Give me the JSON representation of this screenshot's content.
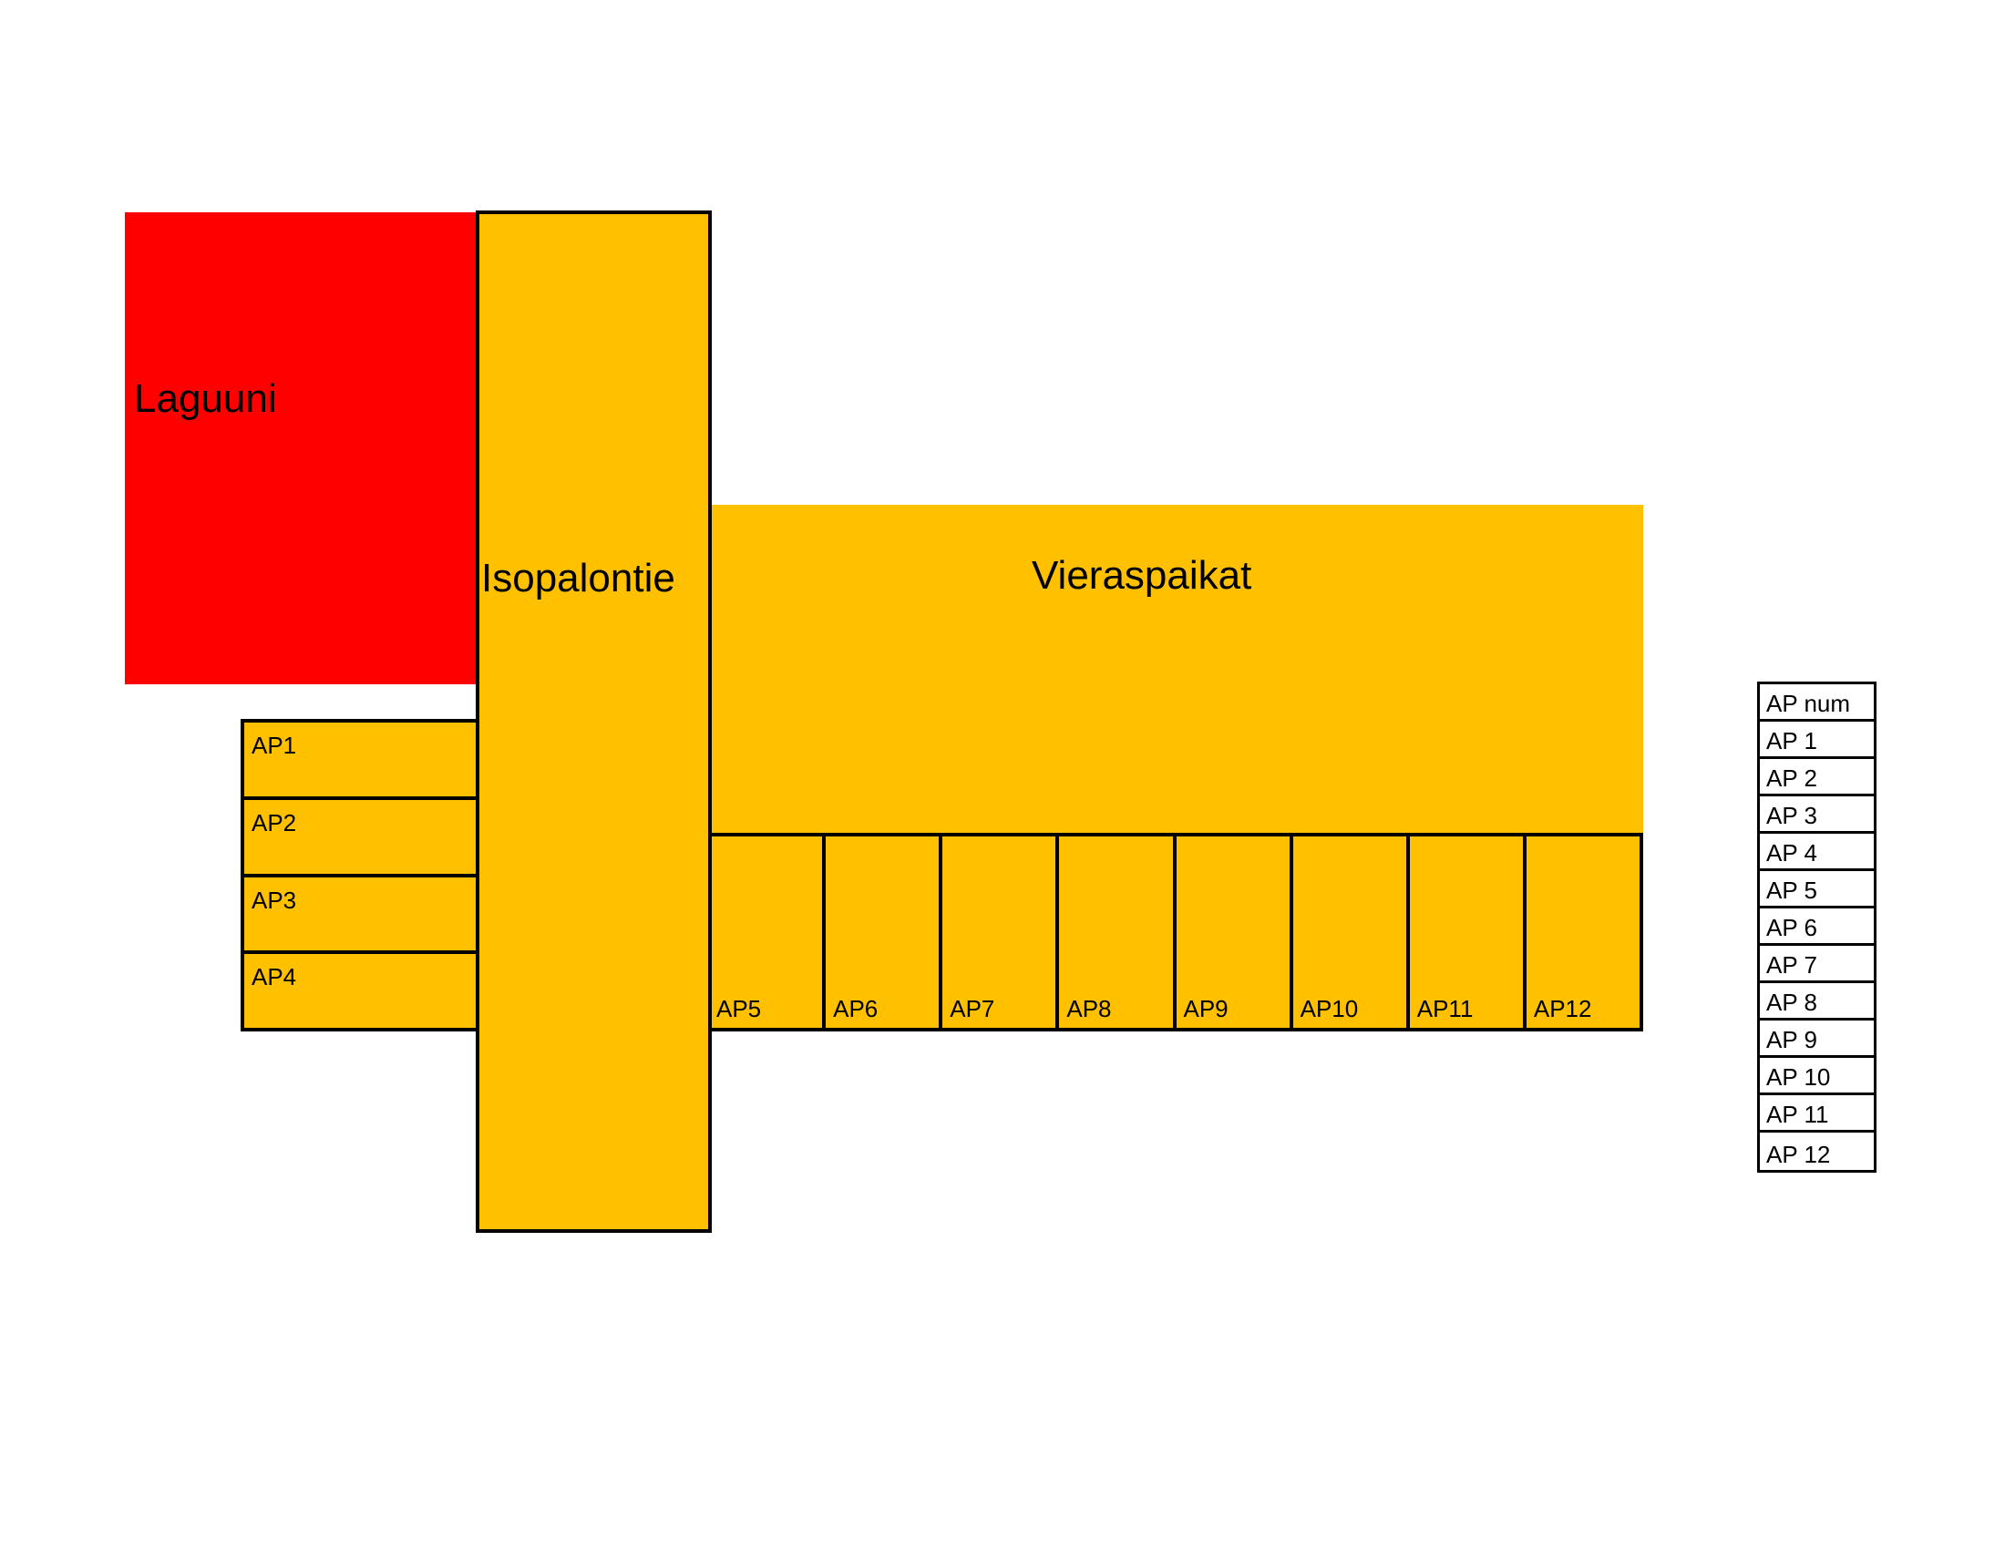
{
  "colors": {
    "lagoon": "#ff0000",
    "zone": "#ffc000",
    "outline": "#000000"
  },
  "map": {
    "lagoon_label": "Laguuni",
    "road_label": "Isopalontie",
    "guest_label": "Vieraspaikat",
    "left_spots": [
      "AP1",
      "AP2",
      "AP3",
      "AP4"
    ],
    "bottom_spots": [
      "AP5",
      "AP6",
      "AP7",
      "AP8",
      "AP9",
      "AP10",
      "AP11",
      "AP12"
    ]
  },
  "legend": {
    "header": "AP num",
    "rows": [
      "AP 1",
      "AP 2",
      "AP 3",
      "AP 4",
      "AP 5",
      "AP 6",
      "AP 7",
      "AP 8",
      "AP 9",
      "AP 10",
      "AP 11",
      "AP 12"
    ]
  }
}
